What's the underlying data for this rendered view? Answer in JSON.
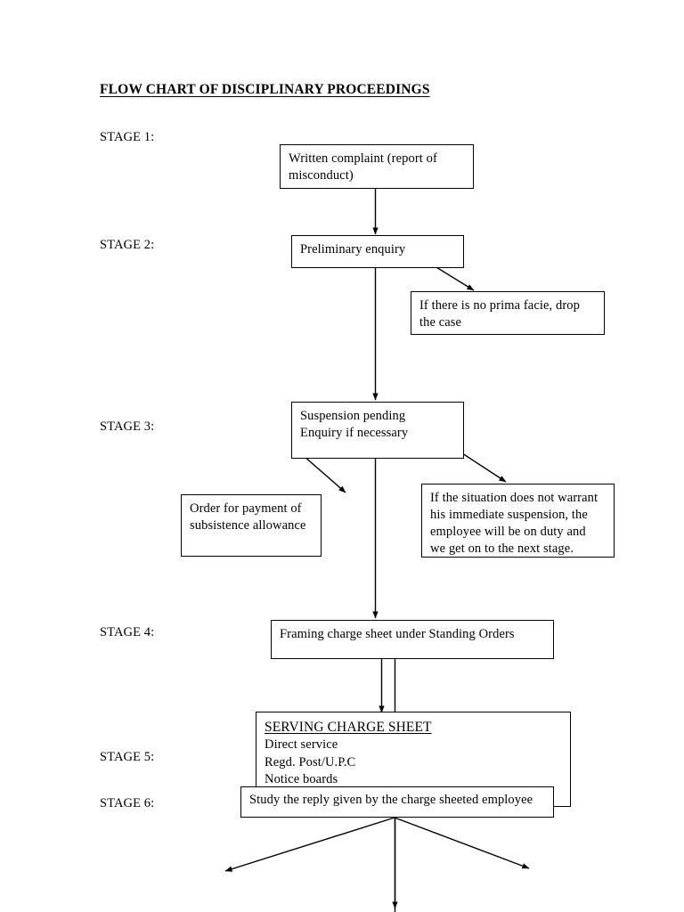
{
  "document": {
    "title": "FLOW CHART OF DISCIPLINARY PROCEEDINGS"
  },
  "stages": [
    {
      "key": "stage1",
      "label": "STAGE 1:"
    },
    {
      "key": "stage2",
      "label": "STAGE 2:"
    },
    {
      "key": "stage3",
      "label": "STAGE 3:"
    },
    {
      "key": "stage4",
      "label": "STAGE 4:"
    },
    {
      "key": "stage5",
      "label": "STAGE 5:"
    },
    {
      "key": "stage6",
      "label": "STAGE 6:"
    }
  ],
  "nodes": {
    "written_complaint": {
      "line1": "Written complaint (report of",
      "line2": "misconduct)"
    },
    "preliminary_enquiry": {
      "line1": "Preliminary enquiry"
    },
    "no_prima_facie": {
      "line1": "If there is no prima facie, drop",
      "line2": "the case"
    },
    "suspension_pending": {
      "line1": "Suspension pending",
      "line2": "Enquiry if necessary"
    },
    "subsistence_allowance": {
      "line1": "Order for payment of",
      "line2": "subsistence allowance"
    },
    "situation_not_warrant": {
      "line1": "If the situation does not warrant",
      "line2": "his immediate suspension, the",
      "line3": "employee will be on duty and",
      "line4": "we get on to the next stage."
    },
    "framing_charge_sheet": {
      "line1": "Framing charge sheet under Standing Orders"
    },
    "serving_charge_sheet": {
      "heading": "SERVING CHARGE SHEET",
      "line1": "Direct service",
      "line2": "Regd. Post/U.P.C",
      "line3": "Notice boards"
    },
    "study_the_reply": {
      "line1": "Study the reply given by the charge sheeted employee"
    }
  },
  "colors": {
    "ink": "#000000",
    "paper": "#ffffff",
    "border": "#000000"
  }
}
